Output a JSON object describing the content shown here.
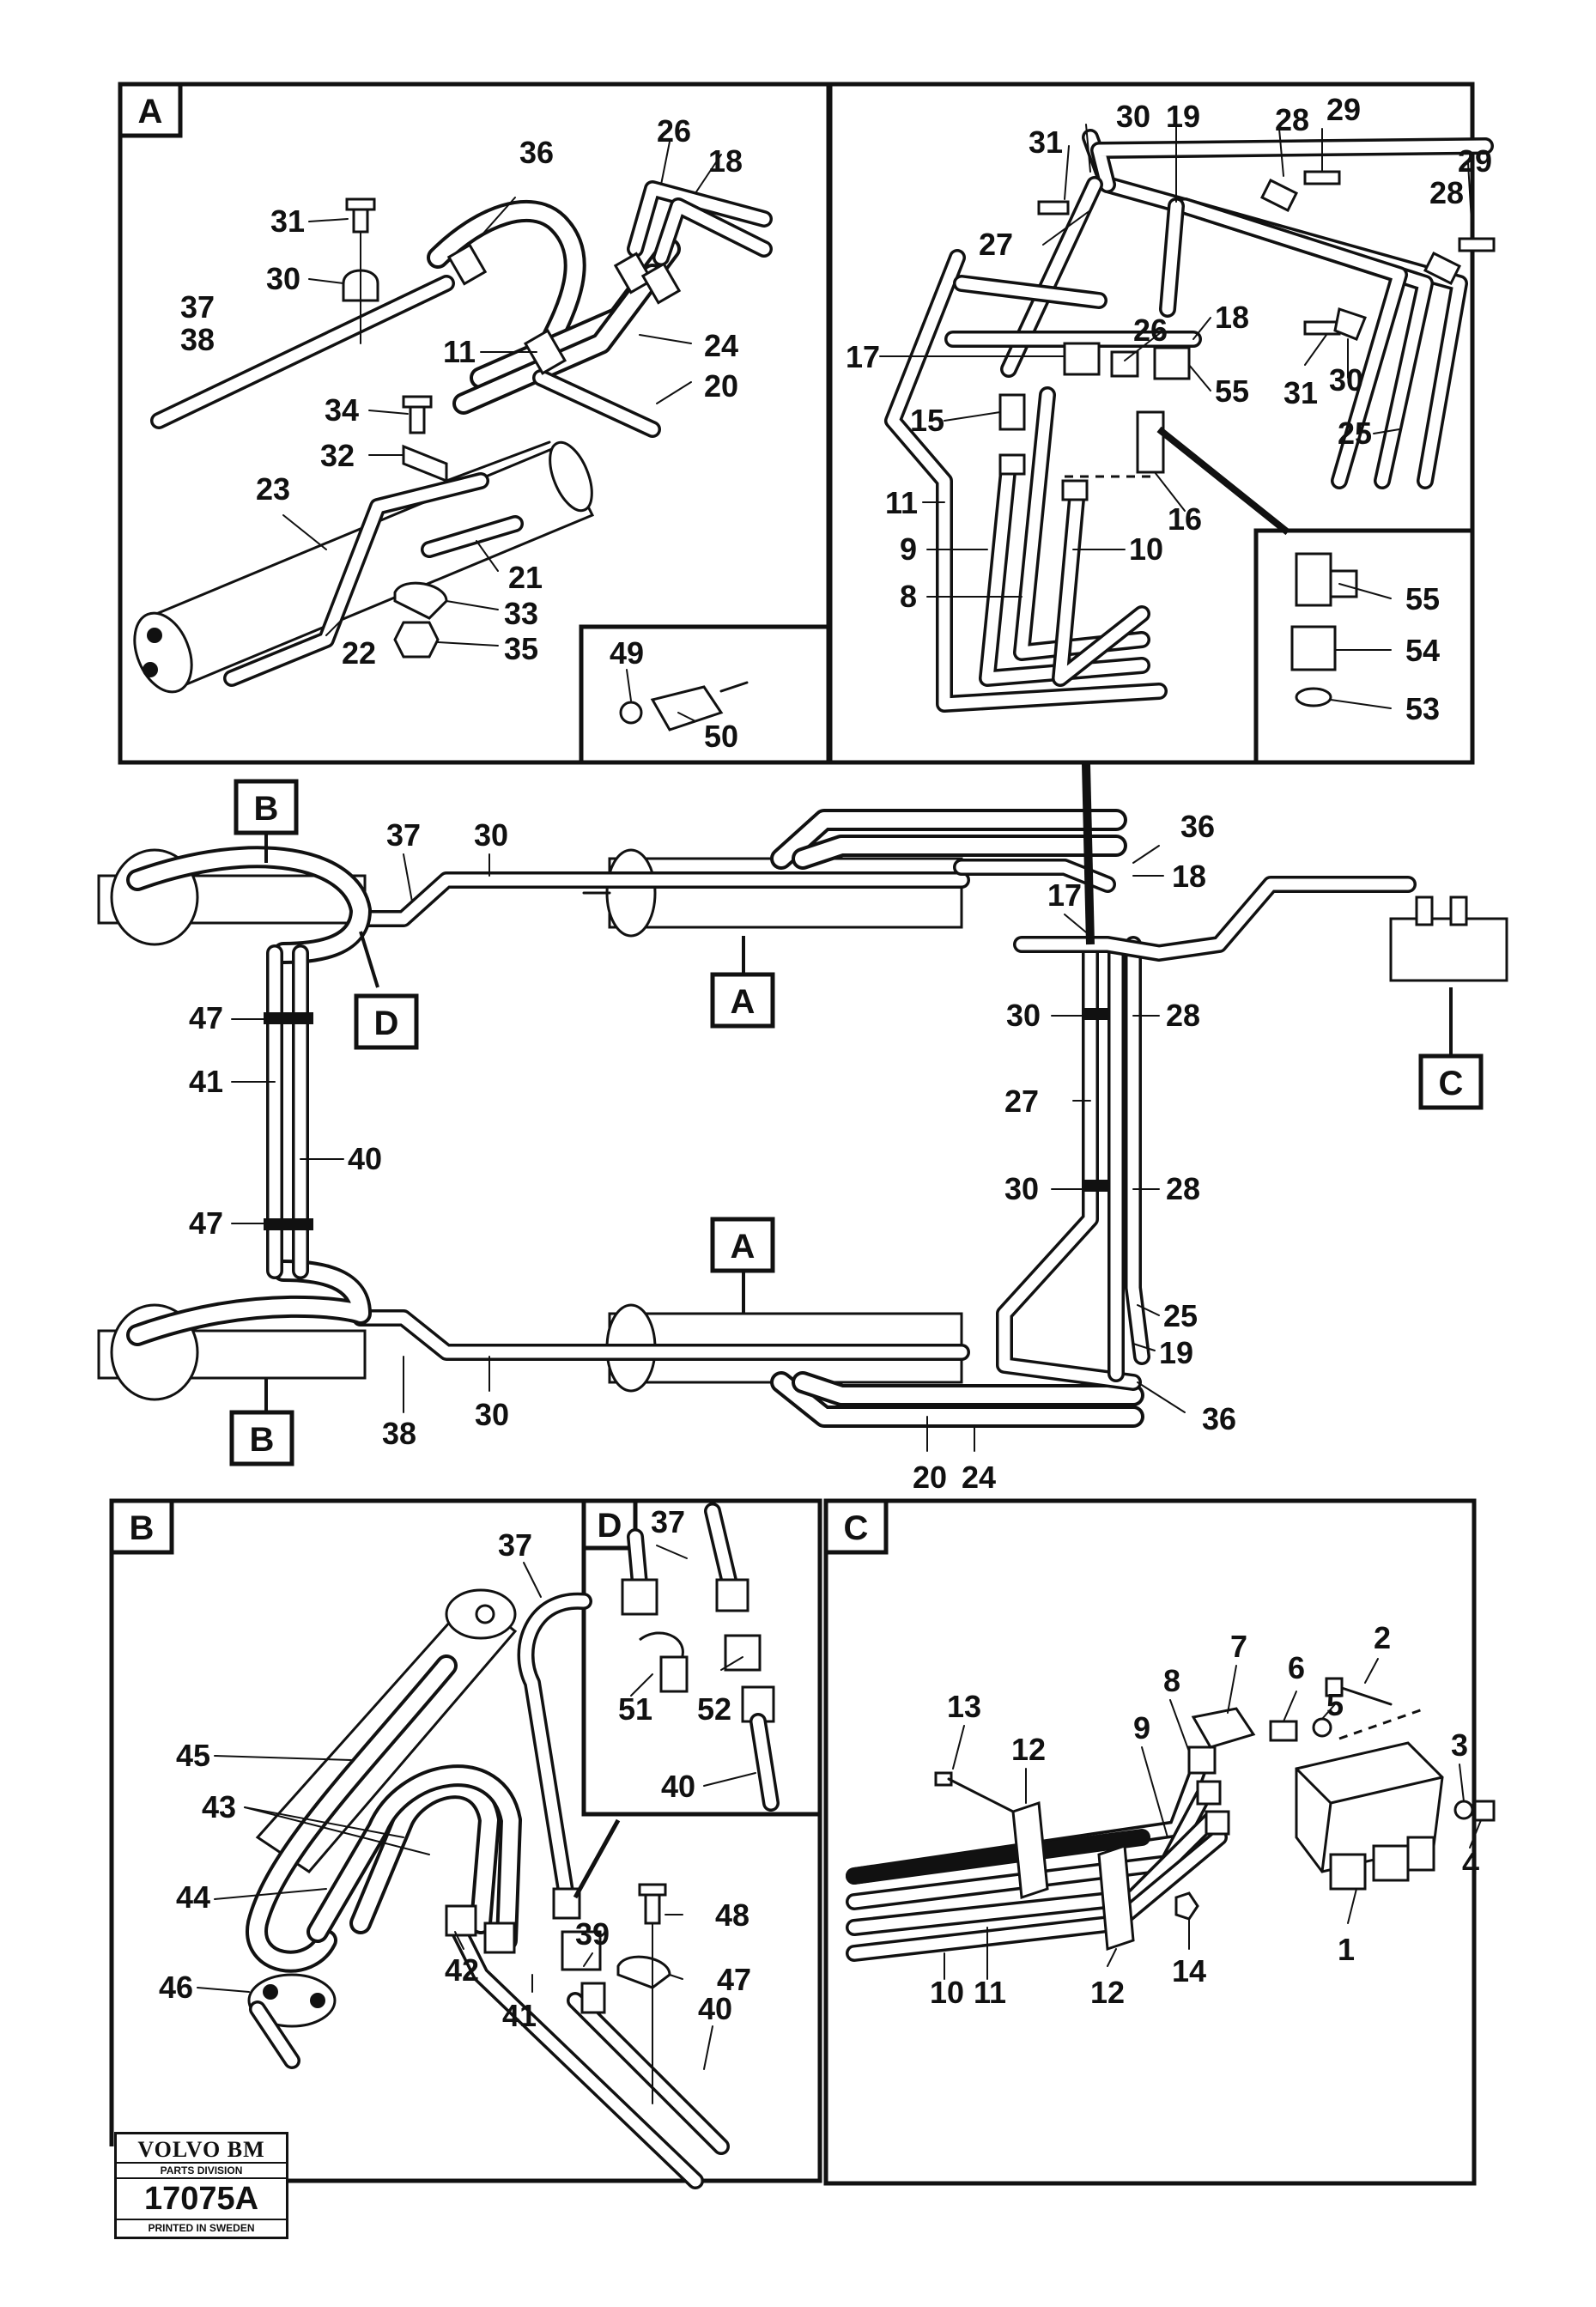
{
  "boxes": {
    "A": "A",
    "B": "B",
    "C": "C",
    "D": "D"
  },
  "callouts": {
    "a36": "36",
    "a26": "26",
    "a18": "18",
    "a31": "31",
    "a30": "30",
    "a37": "37",
    "a38": "38",
    "a11": "11",
    "a24": "24",
    "a20": "20",
    "a34": "34",
    "a32": "32",
    "a23": "23",
    "a21": "21",
    "a33": "33",
    "a22": "22",
    "a35": "35",
    "a49": "49",
    "a50": "50",
    "r30": "30",
    "r19": "19",
    "r28a": "28",
    "r29a": "29",
    "r31a": "31",
    "r29b": "29",
    "r28b": "28",
    "r27": "27",
    "r18": "18",
    "r26": "26",
    "r17": "17",
    "r55": "55",
    "r31b": "31",
    "r30b": "30",
    "r15": "15",
    "r25": "25",
    "r11": "11",
    "r16": "16",
    "r9": "9",
    "r10": "10",
    "r8": "8",
    "r55b": "55",
    "r54": "54",
    "r53": "53",
    "m37": "37",
    "m30a": "30",
    "m36a": "36",
    "m18": "18",
    "m17": "17",
    "m47a": "47",
    "m41": "41",
    "m40": "40",
    "m47b": "47",
    "m30b": "30",
    "m28a": "28",
    "m27": "27",
    "m30c": "30",
    "m28b": "28",
    "m25": "25",
    "m19": "19",
    "m36b": "36",
    "m38": "38",
    "m30d": "30",
    "m20": "20",
    "m24": "24",
    "b37": "37",
    "b45": "45",
    "b43": "43",
    "b44": "44",
    "b46": "46",
    "b42": "42",
    "b41": "41",
    "b39": "39",
    "b48": "48",
    "b47": "47",
    "b40": "40",
    "d37": "37",
    "d51": "51",
    "d52": "52",
    "d40": "40",
    "c7": "7",
    "c2": "2",
    "c6": "6",
    "c8": "8",
    "c5": "5",
    "c13": "13",
    "c12a": "12",
    "c9": "9",
    "c3": "3",
    "c4": "4",
    "c1": "1",
    "c14": "14",
    "c12b": "12",
    "c10": "10",
    "c11": "11"
  },
  "logo": {
    "brand": "VOLVO BM",
    "division": "PARTS DIVISION",
    "number": "17075A",
    "printed": "PRINTED IN SWEDEN"
  },
  "colors": {
    "ink": "#111111",
    "paper": "#ffffff"
  }
}
